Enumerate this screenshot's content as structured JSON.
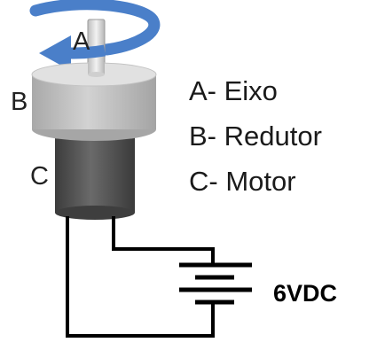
{
  "labels": {
    "a": "A",
    "b": "B",
    "c": "C"
  },
  "legend": [
    "A- Eixo",
    "B- Redutor",
    "C- Motor"
  ],
  "battery": {
    "voltage": "6VDC"
  },
  "colors": {
    "arrow": "#4a7fc9",
    "shaft": "#d6d6d6",
    "gearbox": "#c8c8c8",
    "gearbox_top": "#e2e2e2",
    "motor": "#595959",
    "wire": "#000000"
  }
}
